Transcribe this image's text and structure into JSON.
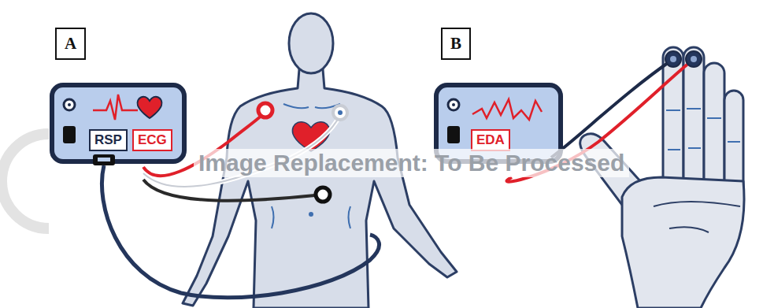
{
  "diagram": {
    "nodes": [
      {
        "text": [
          "A"
        ]
      },
      {
        "text": [
          "RSP"
        ]
      },
      {
        "text": [
          "ECG"
        ]
      },
      {
        "text": [
          "B"
        ]
      },
      {
        "text": [
          "EDA"
        ]
      }
    ],
    "labels": [
      "Image Replacement: To Be Processed"
    ]
  }
}
